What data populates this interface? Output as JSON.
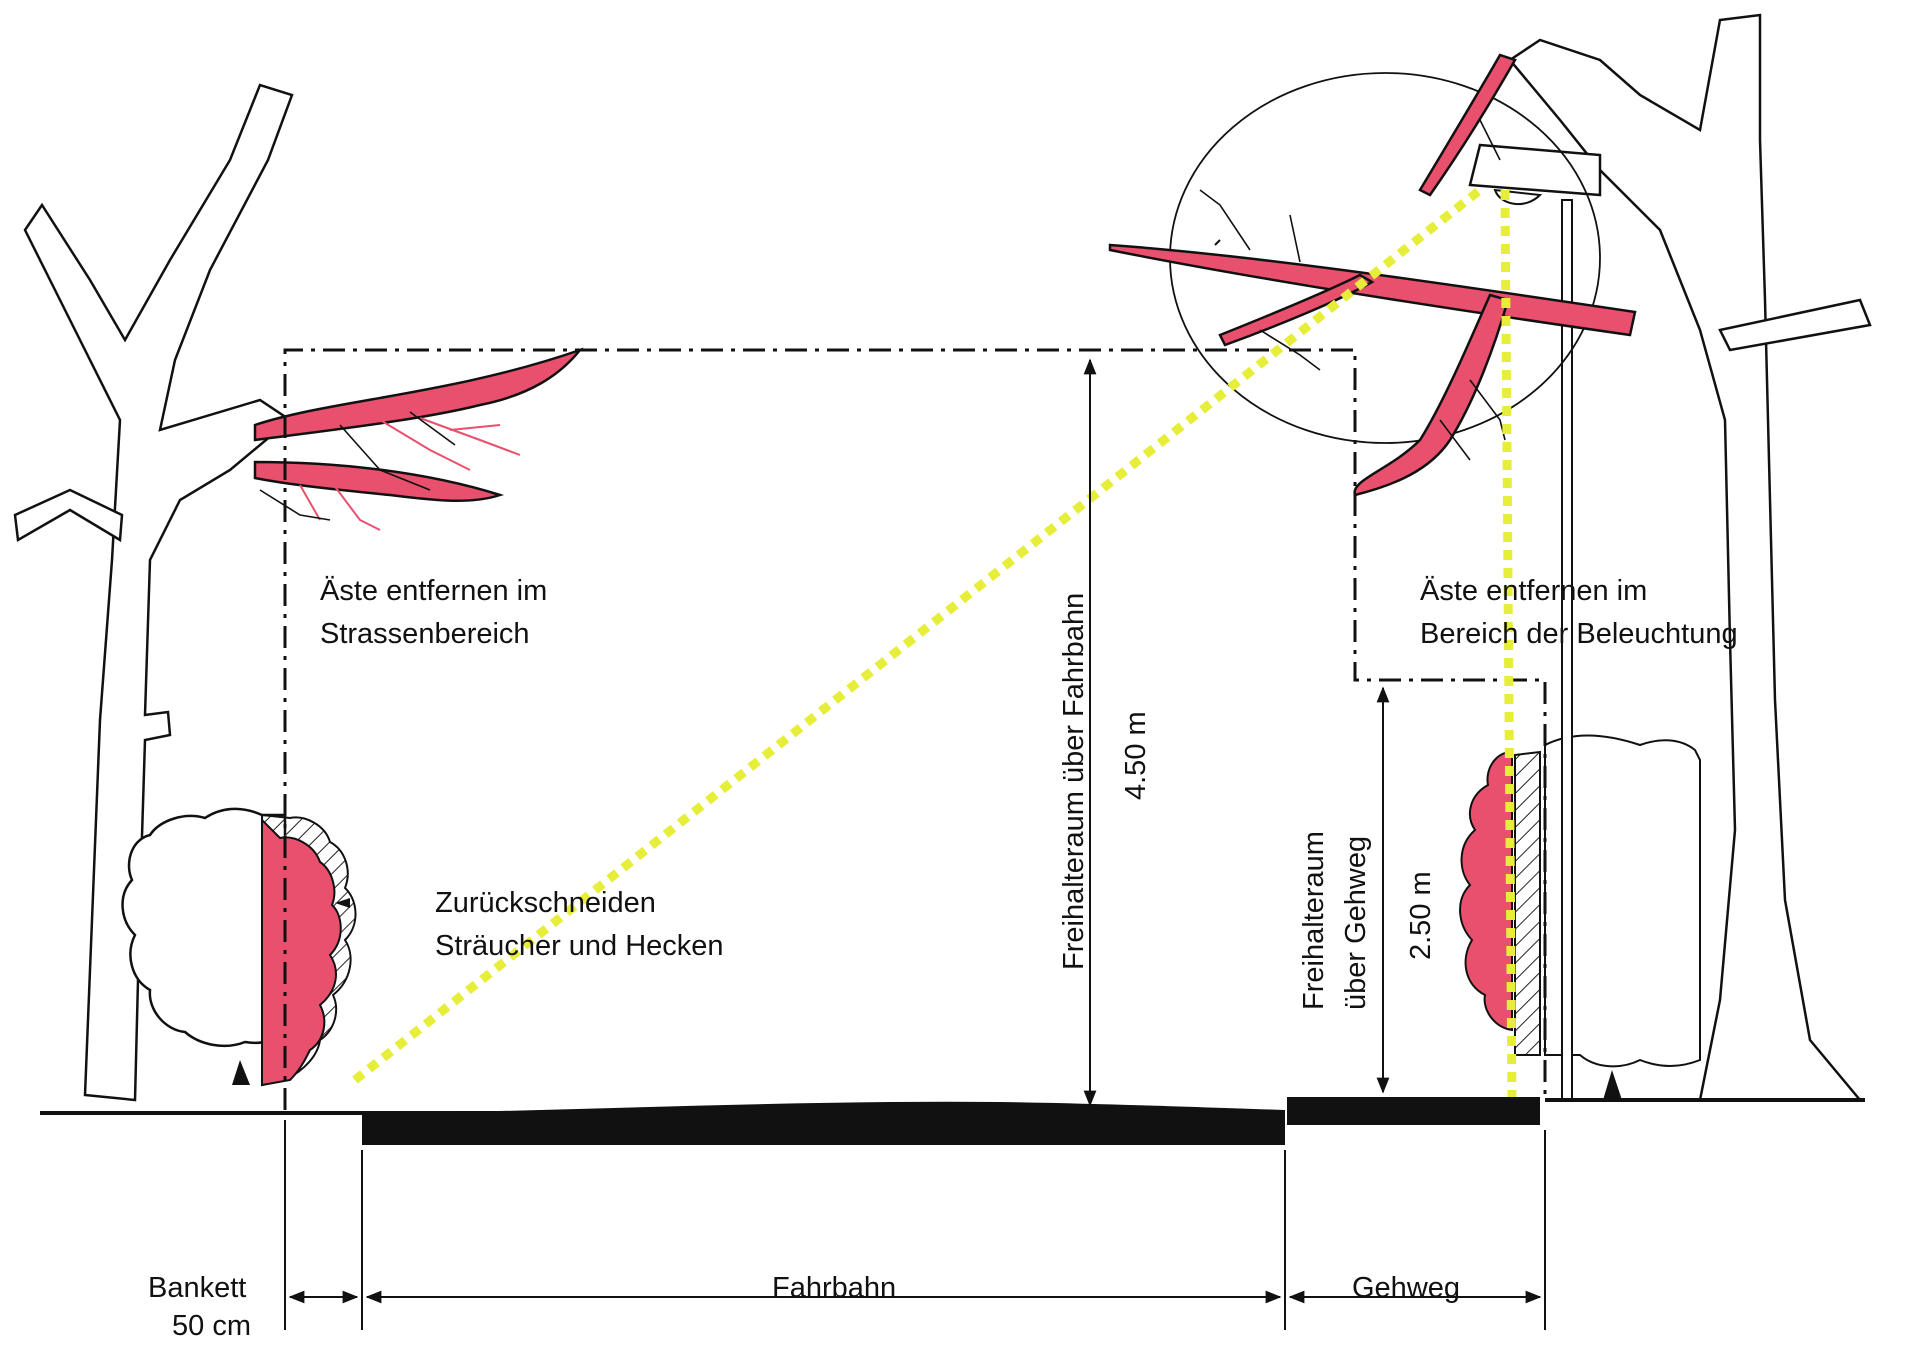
{
  "labels": {
    "remove_branches_road_line1": "Äste entfernen im",
    "remove_branches_road_line2": "Strassenbereich",
    "remove_branches_light_line1": "Äste entfernen im",
    "remove_branches_light_line2": "Bereich der Beleuchtung",
    "trim_shrubs_line1": "Zurückschneiden",
    "trim_shrubs_line2": "Sträucher und Hecken",
    "clearance_road_label": "Freihalteraum über Fahrbahn",
    "clearance_road_height": "4.50 m",
    "clearance_walk_line1": "Freihalteraum",
    "clearance_walk_line2": "über Gehweg",
    "clearance_walk_height": "2.50 m",
    "bankett_label": "Bankett",
    "bankett_width": "50 cm",
    "fahrbahn_label": "Fahrbahn",
    "gehweg_label": "Gehweg"
  },
  "colors": {
    "cut_fill": "#e8506e",
    "light_beam": "#e6ee3a",
    "ink": "#111111"
  }
}
